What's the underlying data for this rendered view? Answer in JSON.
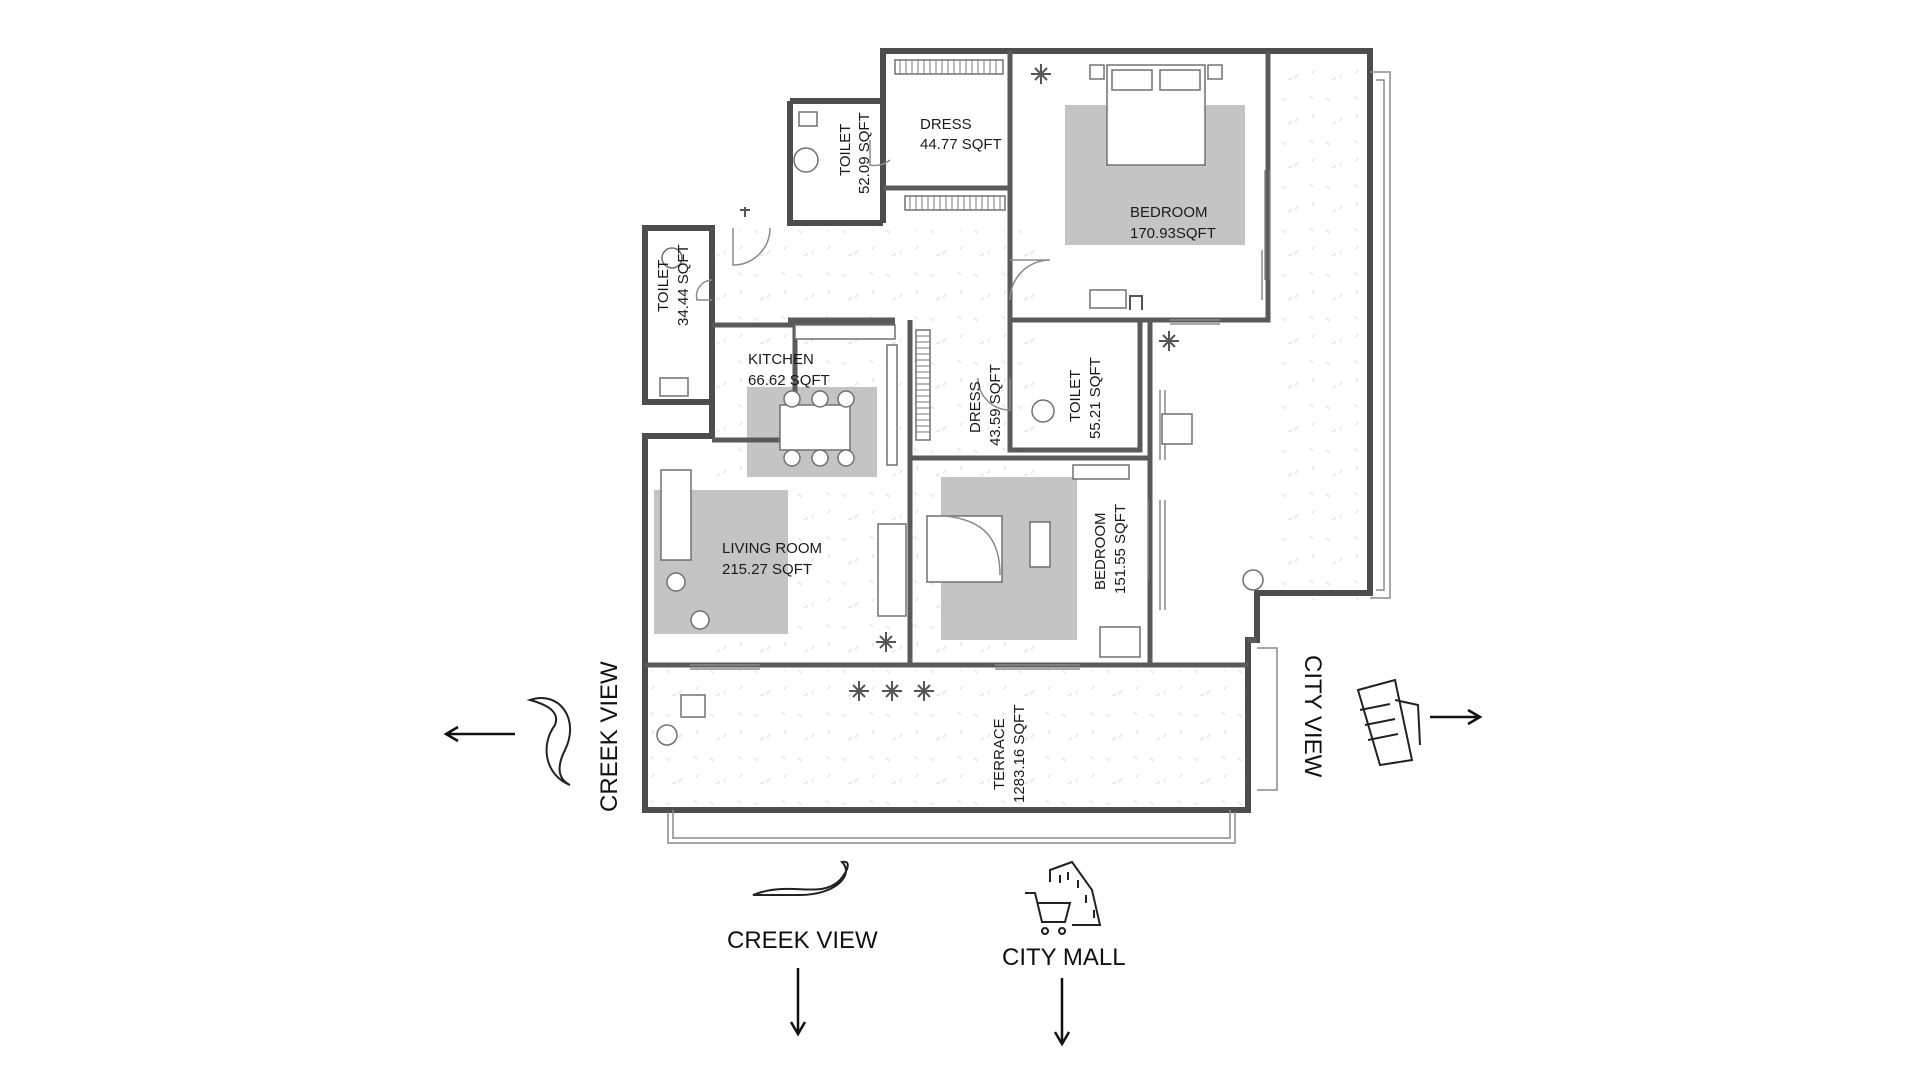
{
  "rooms": {
    "dress_top": {
      "name": "DRESS",
      "area": "44.77 SQFT"
    },
    "toilet_top": {
      "name": "TOILET",
      "area": "52.09 SQFT"
    },
    "bedroom_master": {
      "name": "BEDROOM",
      "area": "170.93SQFT"
    },
    "toilet_left": {
      "name": "TOILET",
      "area": "34.44 SQFT"
    },
    "kitchen": {
      "name": "KITCHEN",
      "area": "66.62 SQFT"
    },
    "dress_mid": {
      "name": "DRESS",
      "area": "43.59 SQFT"
    },
    "toilet_mid": {
      "name": "TOILET",
      "area": "55.21 SQFT"
    },
    "living_room": {
      "name": "LIVING ROOM",
      "area": "215.27 SQFT"
    },
    "bedroom_second": {
      "name": "BEDROOM",
      "area": "151.55 SQFT"
    },
    "terrace": {
      "name": "TERRACE",
      "area": "1283.16 SQFT"
    }
  },
  "views": {
    "creek_left": "CREEK VIEW",
    "creek_bottom": "CREEK VIEW",
    "city_mall": "CITY MALL",
    "city_right": "CITY VIEW"
  },
  "colors": {
    "wall": "#4d4d4d",
    "rug": "#c4c4c4",
    "text": "#1a1a1a"
  }
}
